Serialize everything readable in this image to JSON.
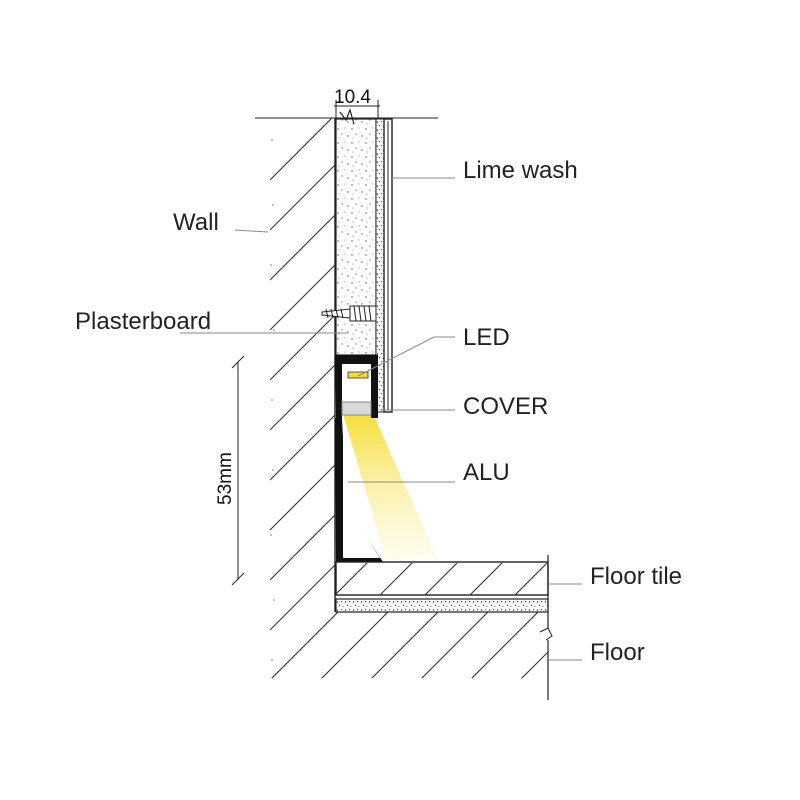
{
  "labels": {
    "lime_wash": "Lime wash",
    "wall": "Wall",
    "plasterboard": "Plasterboard",
    "led": "LED",
    "cover": "COVER",
    "alu": "ALU",
    "floor_tile": "Floor tile",
    "floor": "Floor"
  },
  "dimensions": {
    "width": "10.4",
    "height": "53mm"
  },
  "colors": {
    "led_glow": "#f7e04a",
    "line": "#222222",
    "leader": "#8a8a8a"
  }
}
